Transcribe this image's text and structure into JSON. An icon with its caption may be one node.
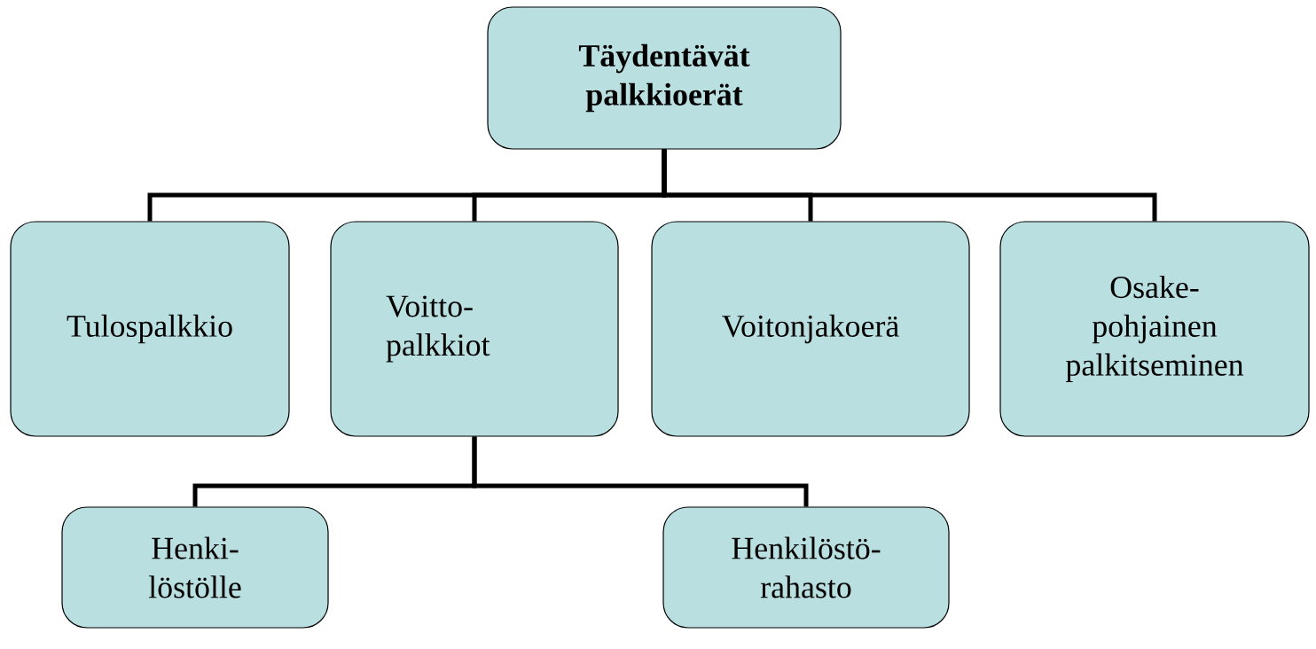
{
  "diagram": {
    "nodes": [
      {
        "text": [
          "Täydentävät palkkioerät"
        ]
      },
      {
        "text": [
          "Tulospalkkio"
        ]
      },
      {
        "text": [
          "Voitto- palkkiot"
        ]
      },
      {
        "text": [
          "Voitonjakoerä"
        ]
      },
      {
        "text": [
          "Osake- pohjainen palkitseminen"
        ]
      },
      {
        "text": [
          "Henki- löstölle"
        ]
      },
      {
        "text": [
          "Henkilöstö- rahasto"
        ]
      }
    ],
    "edges": [
      {
        "from": 0,
        "to": 1,
        "arrow": "none"
      },
      {
        "from": 0,
        "to": 2,
        "arrow": "none"
      },
      {
        "from": 0,
        "to": 3,
        "arrow": "none"
      },
      {
        "from": 0,
        "to": 4,
        "arrow": "none"
      },
      {
        "from": 2,
        "to": 5,
        "arrow": "none"
      },
      {
        "from": 2,
        "to": 6,
        "arrow": "none"
      }
    ]
  }
}
